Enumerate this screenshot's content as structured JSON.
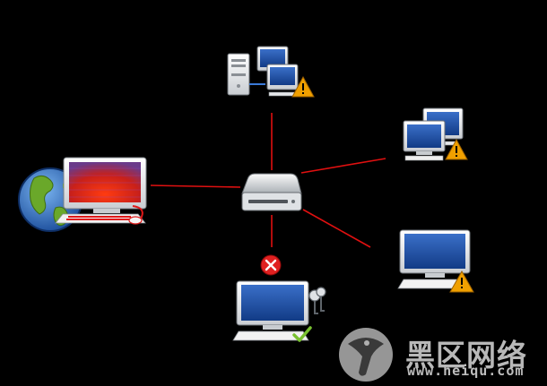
{
  "diagram": {
    "nodes": [
      {
        "id": "attacker",
        "kind": "infected-workstation",
        "icon": "globe-computer-icon"
      },
      {
        "id": "hub",
        "kind": "central-device",
        "icon": "drive-icon"
      },
      {
        "id": "top",
        "kind": "server-with-clients",
        "status": "warning"
      },
      {
        "id": "right-top",
        "kind": "workstation-pair",
        "status": "warning"
      },
      {
        "id": "right-bottom",
        "kind": "workstation",
        "status": "warning"
      },
      {
        "id": "bottom",
        "kind": "secured-workstation",
        "status": "protected",
        "link_status": "blocked"
      }
    ],
    "links": [
      {
        "from": "attacker",
        "to": "hub"
      },
      {
        "from": "hub",
        "to": "top"
      },
      {
        "from": "hub",
        "to": "right-top"
      },
      {
        "from": "hub",
        "to": "right-bottom"
      },
      {
        "from": "hub",
        "to": "bottom",
        "blocked": true
      }
    ],
    "colors": {
      "link": "#e01010",
      "warning": "#f0a000",
      "blocked": "#e02020",
      "screen_blue": "#1d4ea3",
      "screen_red": "#d42010",
      "check": "#78c030"
    }
  },
  "watermark": {
    "title": "黑区网络",
    "url": "www.heiqu.com"
  }
}
